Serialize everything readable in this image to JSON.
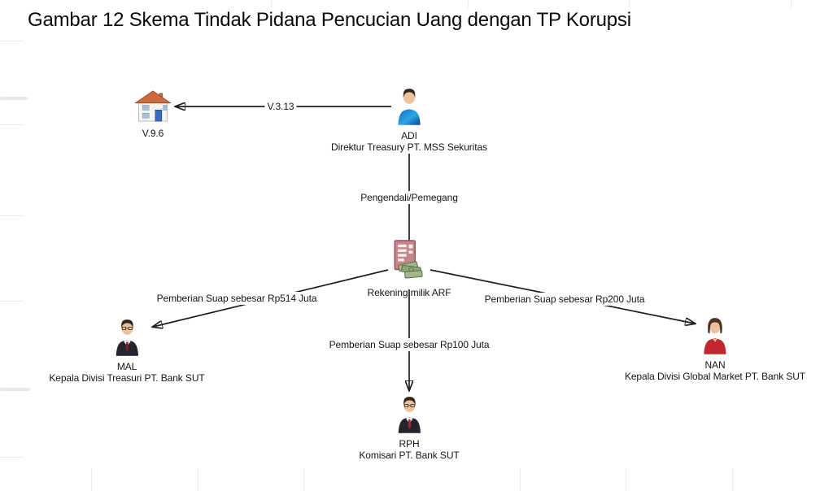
{
  "title": "Gambar 12 Skema Tindak Pidana Pencucian Uang dengan TP Korupsi",
  "diagram": {
    "nodes": {
      "house": {
        "label": "V.9.6"
      },
      "adi": {
        "label": "ADI",
        "sublabel": "Direktur Treasury PT. MSS Sekuritas"
      },
      "rekening": {
        "label": "Rekening milik ARF"
      },
      "mal": {
        "label": "MAL",
        "sublabel": "Kepala Divisi Treasuri PT. Bank SUT"
      },
      "rph": {
        "label": "RPH",
        "sublabel": "Komisari PT. Bank SUT"
      },
      "nan": {
        "label": "NAN",
        "sublabel": "Kepala Divisi Global Market PT. Bank SUT"
      }
    },
    "edges": {
      "adi_to_house": {
        "label": "V.3.13"
      },
      "adi_to_rekening": {
        "label": "Pengendali/Pemegang"
      },
      "rekening_to_mal": {
        "label": "Pemberian Suap sebesar Rp514 Juta"
      },
      "rekening_to_rph": {
        "label": "Pemberian Suap sebesar Rp100 Juta"
      },
      "rekening_to_nan": {
        "label": "Pemberian Suap sebesar Rp200 Juta"
      }
    }
  },
  "colors": {
    "line": "#1f1f1f",
    "text": "#15161c",
    "title": "#0a0a0a",
    "skin": "#edc19b",
    "hair-dark": "#32261e",
    "suit": "#25242e",
    "shirt-blue-start": "#1a63c8",
    "shirt-blue-mid": "#2aa9e2",
    "shirt-blue-end": "#0d3f95",
    "tie-maroon": "#7a2026",
    "tie-red": "#a8232a",
    "blouse-red": "#c12730",
    "hair-brown": "#4d3427",
    "roof-orange": "#cc6a3c",
    "roof-stroke": "#9c4f2b",
    "wall-white": "#f4f4f1",
    "wall-stroke": "#bcbcbc",
    "door-blue": "#3a6abf",
    "window-blue": "#a9c0d8",
    "ledger-fill": "#c8868a",
    "ledger-stroke": "#8f4e54",
    "money-green": "#8fa877",
    "money-green-light": "#a3b78c",
    "money-stroke": "#5a6a43"
  }
}
